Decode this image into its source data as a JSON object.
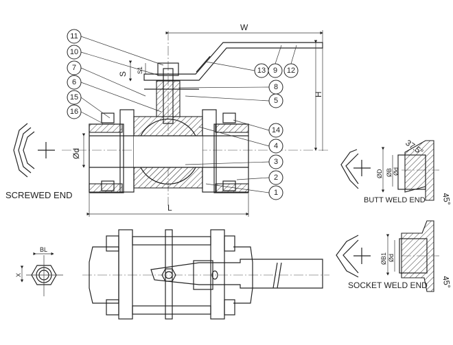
{
  "dimensions": {
    "W": "W",
    "H": "H",
    "L": "L",
    "S": "S",
    "S1": "S1",
    "d": "Ød",
    "D": "ØD",
    "B": "ØB",
    "B1": "ØB1",
    "d_small": "Ød",
    "BL": "BL",
    "X": "X",
    "angle_bevel": "37.5°",
    "angle_45_a": "45°",
    "angle_45_b": "45°"
  },
  "titles": {
    "screwed_end": "SCREWED END",
    "butt_weld_end": "BUTT WELD END",
    "socket_weld_end": "SOCKET WELD END"
  },
  "balloons_left": [
    "11",
    "10",
    "7",
    "6",
    "15",
    "16"
  ],
  "balloons_right": [
    "13",
    "9",
    "12",
    "8",
    "5",
    "14",
    "4",
    "3",
    "2",
    "1"
  ]
}
